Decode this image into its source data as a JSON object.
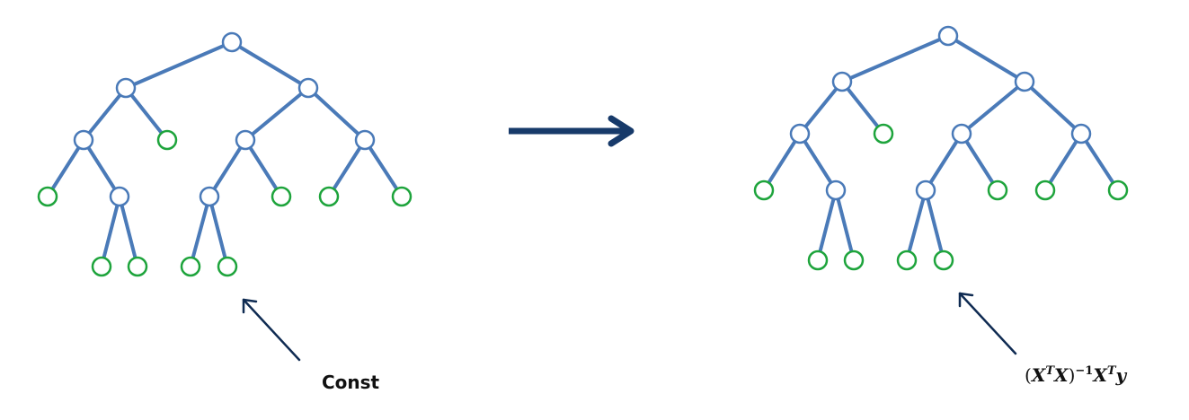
{
  "left_tree": {
    "leaf_label": "Const"
  },
  "right_tree": {
    "leaf_label_parts": [
      {
        "text": "(",
        "style": "plain"
      },
      {
        "text": "X",
        "style": "bi"
      },
      {
        "text": "T",
        "style": "bi-sup"
      },
      {
        "text": "X",
        "style": "bi"
      },
      {
        "text": ")",
        "style": "plain"
      },
      {
        "text": "−1",
        "style": "sup-bold"
      },
      {
        "text": "X",
        "style": "bi"
      },
      {
        "text": "T",
        "style": "bi-sup"
      },
      {
        "text": "y",
        "style": "bi"
      }
    ]
  },
  "colors": {
    "edge": "#4a7ab8",
    "internal_node": "#4a7ab8",
    "leaf_node": "#1ea43c",
    "arrow": "#173a6a",
    "pointer": "#0f2b52"
  }
}
